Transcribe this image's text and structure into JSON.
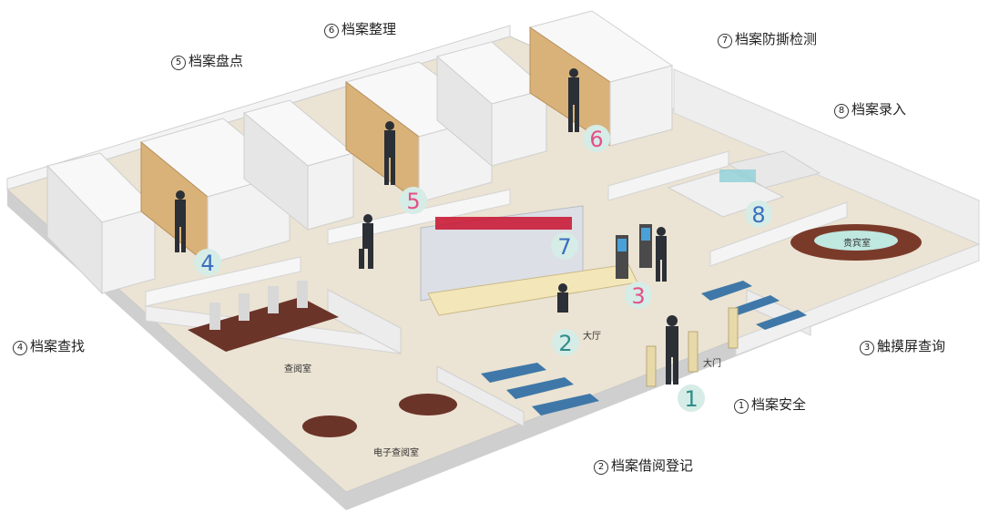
{
  "labels": [
    {
      "num": "1",
      "text": "档案安全"
    },
    {
      "num": "2",
      "text": "档案借阅登记"
    },
    {
      "num": "3",
      "text": "触摸屏查询"
    },
    {
      "num": "4",
      "text": "档案查找"
    },
    {
      "num": "5",
      "text": "档案盘点"
    },
    {
      "num": "6",
      "text": "档案整理"
    },
    {
      "num": "7",
      "text": "档案防撕检测"
    },
    {
      "num": "8",
      "text": "档案录入"
    }
  ],
  "markers": [
    "1",
    "2",
    "3",
    "4",
    "5",
    "6",
    "7",
    "8"
  ],
  "room_labels": {
    "hall": "大厅",
    "gate": "大门",
    "reading": "查阅室",
    "e_reading": "电子查阅室",
    "reception": "贵宾室"
  },
  "colors": {
    "floor": "#ebe3d3",
    "wall": "#f4f4f4",
    "wall_shadow": "#d9d9d9",
    "shelf": "#f2f2f2",
    "shelf_wood": "#d9b27a",
    "marker_fill": "#d6ece6",
    "marker_teal": "#2f8d8a",
    "marker_pink": "#e4508a",
    "marker_blue": "#3a6fc0",
    "seat_blue": "#3f78a8",
    "table": "#7a3a2a"
  }
}
